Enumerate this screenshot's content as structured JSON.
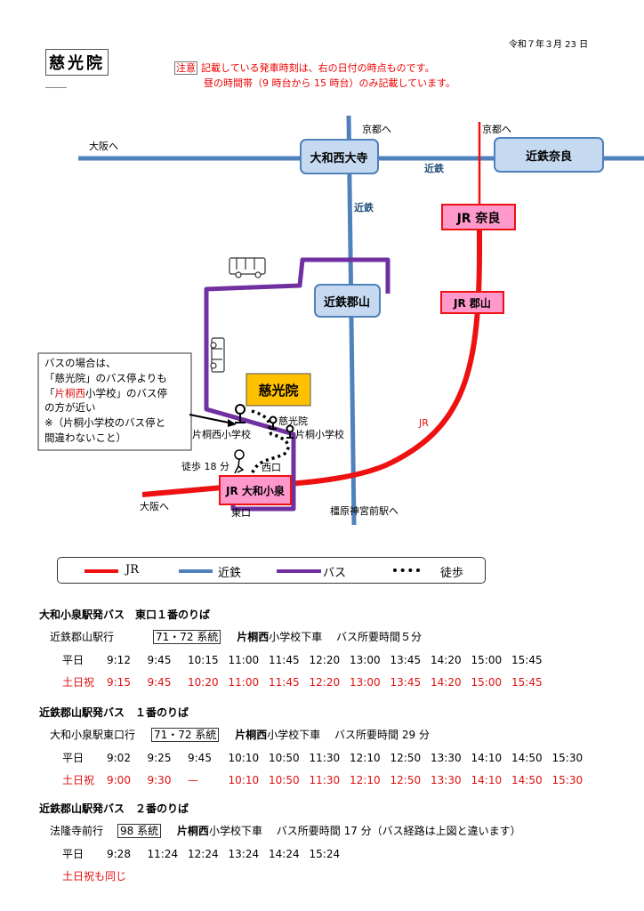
{
  "header": {
    "date": "令和７年３月 23 日",
    "title": "慈光院",
    "notice_tag": "注意",
    "notice_line1": "記載している発車時刻は、右の日付の時点ものです。",
    "notice_line2": "昼の時間帯（9 時台から 15 時台）のみ記載しています。"
  },
  "map": {
    "labels": {
      "osaka_top": "大阪へ",
      "kyoto_kintetsu": "京都へ",
      "kyoto_jr": "京都へ",
      "kintetsu_h": "近鉄",
      "kintetsu_v": "近鉄",
      "jr": "JR",
      "osaka_bottom": "大阪へ",
      "kashihara": "橿原神宮前駅へ",
      "west_exit": "西口",
      "east_exit": "東口",
      "walk": "徒歩 18 分",
      "stop_katagiri_nishi": "片桐西小学校",
      "stop_jikoin": "慈光院",
      "stop_katagiri": "片桐小学校"
    },
    "stations": {
      "yamato_saidaiji": "大和西大寺",
      "kintetsu_nara": "近鉄奈良",
      "jr_nara": "JR 奈良",
      "kintetsu_koriyama": "近鉄郡山",
      "jr_koriyama": "JR 郡山",
      "jr_yamato_koizumi": "JR 大和小泉",
      "destination": "慈光院"
    },
    "callout": {
      "line1": "バスの場合は、",
      "line2": "「慈光院」のバス停よりも",
      "line3_open": "「",
      "line3_red": "片桐西",
      "line3_rest": "小学校」のバス停",
      "line4": "の方が近い",
      "line5": "※（片桐小学校のバス停と",
      "line6": "間違わないこと）"
    },
    "colors": {
      "jr": "#ee1111",
      "kintetsu": "#4f81bd",
      "bus": "#7030a0",
      "walk": "#000000",
      "dest": "#ffc000",
      "jr_station": "#ff99cc",
      "kintetsu_station": "#c5d9f1"
    }
  },
  "legend": [
    {
      "label": "JR",
      "color": "#ee1111"
    },
    {
      "label": "近鉄",
      "color": "#4f81bd"
    },
    {
      "label": "バス",
      "color": "#7030a0"
    },
    {
      "label": "徒歩",
      "color": "#000000"
    }
  ],
  "timetables": [
    {
      "title": "大和小泉駅発バス　東口１番のりば",
      "dest": "近鉄郡山駅行",
      "route": "71・72 系統",
      "alight_bold": "片桐西",
      "alight_rest": "小学校下車",
      "duration": "バス所要時間５分",
      "weekday_label": "平日",
      "weekday": [
        "9:12",
        "9:45",
        "10:15",
        "11:00",
        "11:45",
        "12:20",
        "13:00",
        "13:45",
        "14:20",
        "15:00",
        "15:45"
      ],
      "holiday_label": "土日祝",
      "holiday": [
        "9:15",
        "9:45",
        "10:20",
        "11:00",
        "11:45",
        "12:20",
        "13:00",
        "13:45",
        "14:20",
        "15:00",
        "15:45"
      ]
    },
    {
      "title": "近鉄郡山駅発バス　１番のりば",
      "dest": "大和小泉駅東口行",
      "route": "71・72 系統",
      "alight_bold": "片桐西",
      "alight_rest": "小学校下車",
      "duration": "バス所要時間 29 分",
      "weekday_label": "平日",
      "weekday": [
        "9:02",
        "9:25",
        "9:45",
        "10:10",
        "10:50",
        "11:30",
        "12:10",
        "12:50",
        "13:30",
        "14:10",
        "14:50",
        "15:30"
      ],
      "holiday_label": "土日祝",
      "holiday": [
        "9:00",
        "9:30",
        "—",
        "10:10",
        "10:50",
        "11:30",
        "12:10",
        "12:50",
        "13:30",
        "14:10",
        "14:50",
        "15:30"
      ]
    },
    {
      "title": "近鉄郡山駅発バス　２番のりば",
      "dest": "法隆寺前行",
      "route": "98 系統",
      "alight_bold": "片桐西",
      "alight_rest": "小学校下車",
      "duration": "バス所要時間 17 分（バス経路は上図と違います）",
      "weekday_label": "平日",
      "weekday": [
        "9:28",
        "11:24",
        "12:24",
        "13:24",
        "14:24",
        "15:24"
      ],
      "holiday_note": "土日祝も同じ"
    }
  ]
}
